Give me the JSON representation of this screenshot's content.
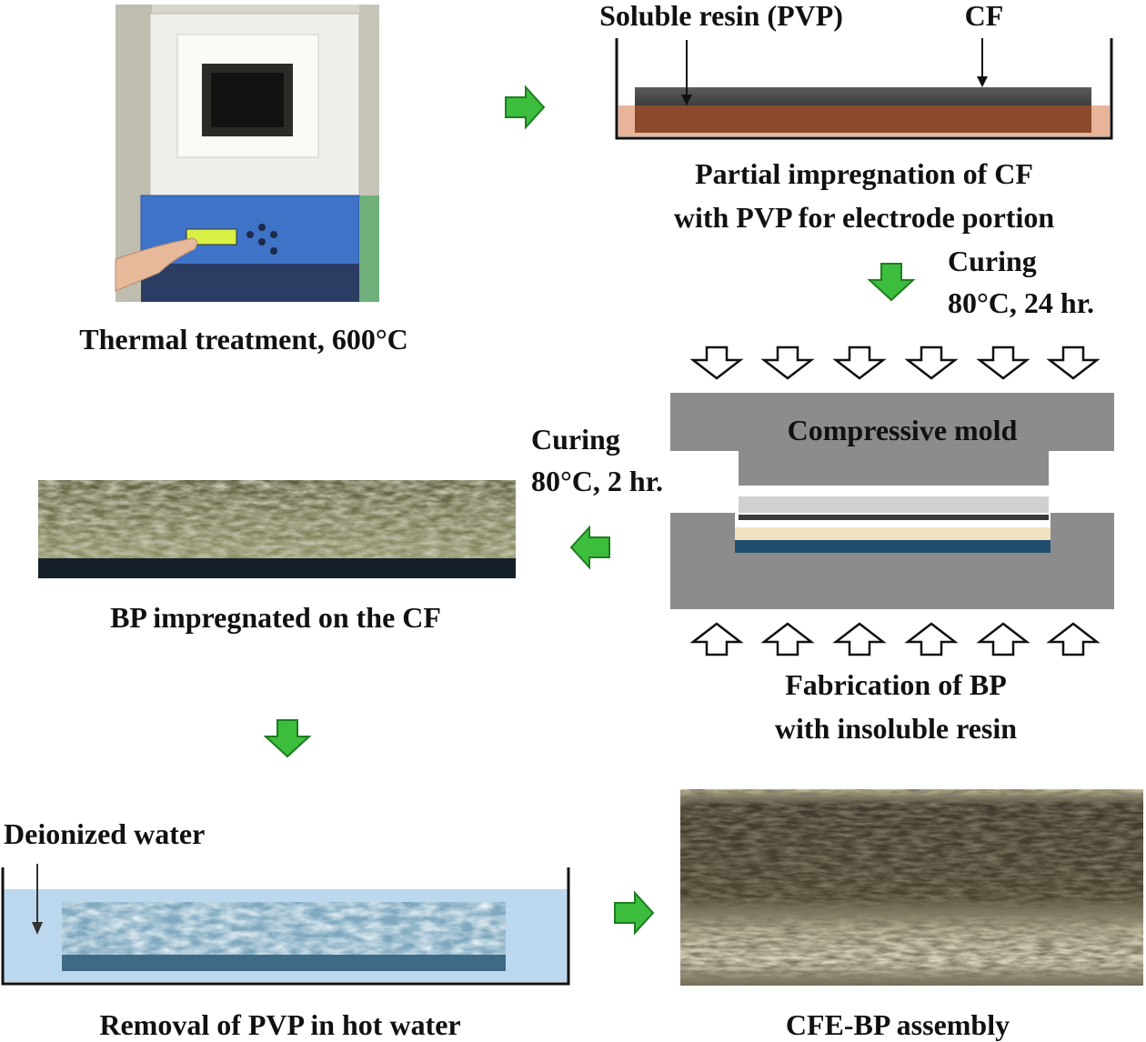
{
  "furnace": {
    "caption": "Thermal treatment, 600°C"
  },
  "impregnation": {
    "resin_label": "Soluble resin (PVP)",
    "cf_label": "CF",
    "caption_line1": "Partial impregnation of CF",
    "caption_line2": "with PVP for electrode portion"
  },
  "curing_step1": {
    "title": "Curing",
    "condition": "80°C, 24 hr."
  },
  "mold": {
    "label": "Compressive mold",
    "caption_line1": "Fabrication of BP",
    "caption_line2": "with insoluble resin"
  },
  "curing_step2": {
    "title": "Curing",
    "condition": "80°C, 2 hr."
  },
  "bp_sample": {
    "caption": "BP impregnated on the CF"
  },
  "water_bath": {
    "water_label": "Deionized water",
    "caption": "Removal of PVP in hot water"
  },
  "assembly": {
    "caption": "CFE-BP assembly"
  },
  "colors": {
    "flow_arrow": "#3dbd3d",
    "mold_gray": "#8c8c8c",
    "cf_dark": "#4a4a4a",
    "pvp_brown": "#8a4a2b",
    "pvp_light": "#e8b49a",
    "water": "#bcd8ee",
    "bp_navy": "#1f4e6e",
    "beige": "#efe3c0"
  }
}
